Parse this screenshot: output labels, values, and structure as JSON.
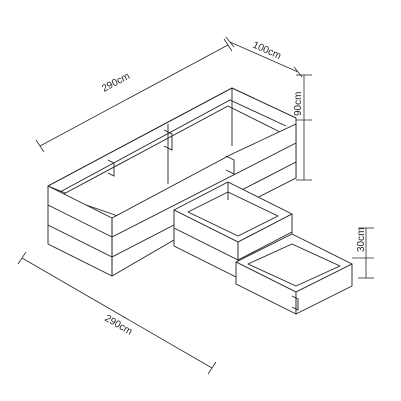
{
  "dimensions": {
    "length_top": "290cm",
    "depth": "100cm",
    "height_tall": "90cm",
    "length_front": "290cm",
    "height_low": "30cm"
  }
}
